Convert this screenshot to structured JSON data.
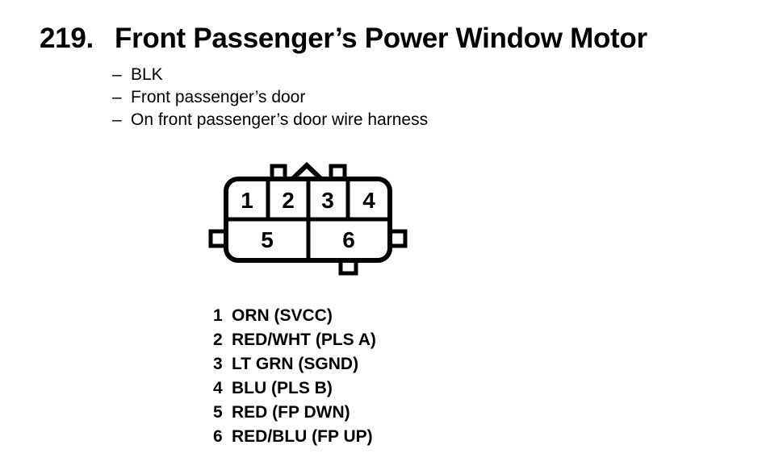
{
  "figure": {
    "number": "219.",
    "title": "Front Passenger’s Power Window Motor",
    "bullet_prefix": "–",
    "details": [
      "BLK",
      "Front passenger’s door",
      "On front passenger’s door wire harness"
    ]
  },
  "connector": {
    "type": "6-cavity connector, front view",
    "top_row_cavities": [
      "1",
      "2",
      "3",
      "4"
    ],
    "bottom_row_cavities": [
      "5",
      "6"
    ]
  },
  "pins": [
    {
      "num": "1",
      "label": "ORN (SVCC)"
    },
    {
      "num": "2",
      "label": "RED/WHT (PLS A)"
    },
    {
      "num": "3",
      "label": "LT GRN (SGND)"
    },
    {
      "num": "4",
      "label": "BLU (PLS B)"
    },
    {
      "num": "5",
      "label": "RED (FP DWN)"
    },
    {
      "num": "6",
      "label": "RED/BLU (FP UP)"
    }
  ],
  "colors": {
    "ink": "#000000",
    "paper": "#ffffff"
  }
}
